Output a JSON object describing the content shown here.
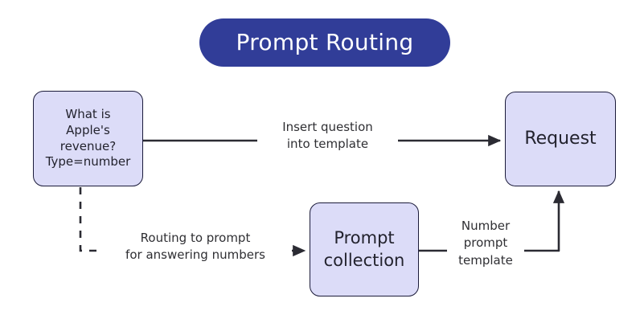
{
  "diagram": {
    "title": "Prompt Routing",
    "colors": {
      "title_pill_background": "#313d98",
      "title_text": "#ffffff",
      "node_fill": "#dcdcf8",
      "node_border": "#1b1b3a",
      "edge_stroke": "#2b2b33",
      "label_text": "#2f2f33",
      "page_background": "#ffffff"
    },
    "nodes": [
      {
        "id": "question",
        "label": "What is\nApple's\nrevenue?\nType=number",
        "shape": "rounded-rectangle"
      },
      {
        "id": "request",
        "label": "Request",
        "shape": "rounded-rectangle"
      },
      {
        "id": "prompt-collection",
        "label": "Prompt\ncollection",
        "shape": "rounded-rectangle"
      }
    ],
    "edges": [
      {
        "id": "question-to-request",
        "from": "question",
        "to": "request",
        "label": "Insert question\ninto template",
        "style": "solid",
        "arrowhead": "end"
      },
      {
        "id": "question-to-prompt-collection",
        "from": "question",
        "to": "prompt-collection",
        "label": "Routing to prompt\nfor answering numbers",
        "style": "dashed",
        "arrowhead": "end"
      },
      {
        "id": "prompt-collection-to-request",
        "from": "prompt-collection",
        "to": "request",
        "label": "Number\nprompt\ntemplate",
        "style": "solid",
        "arrowhead": "end"
      }
    ]
  }
}
